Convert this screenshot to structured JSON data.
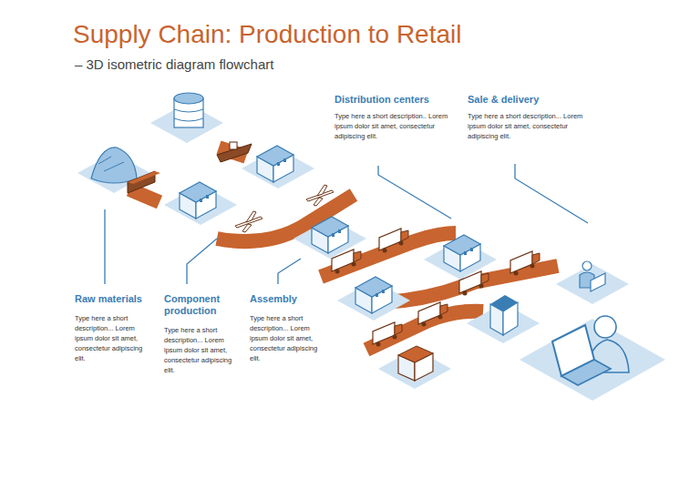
{
  "diagram": {
    "title": "Supply Chain: Production to Retail",
    "labels": [
      "– 3D isometric diagram flowchart",
      "Raw materials",
      "Type here a short description... Lorem ipsum dolor sit amet, consectetur adipiscing elit.",
      "Component production",
      "Type here a short description... Lorem ipsum dolor sit amet, consectetur adipiscing elit.",
      "Assembly",
      "Type here a short description... Lorem ipsum dolor sit amet, consectetur adipiscing elit.",
      "Distribution centers",
      "Type here a short description.. Lorem ipsum dolor sit amet, consectetur adipiscing elit.",
      "Sale & delivery",
      "Type here a short description... Lorem ipsum dolor sit amet, consectetur adipiscing elit."
    ]
  }
}
